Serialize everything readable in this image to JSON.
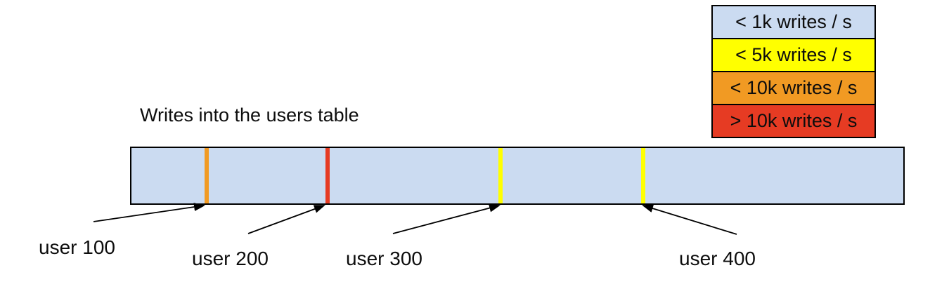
{
  "title": "Writes into the users table",
  "legend": {
    "items": [
      {
        "label": "< 1k writes / s",
        "color": "#cbdbf1"
      },
      {
        "label": "< 5k writes / s",
        "color": "#ffff00"
      },
      {
        "label": "< 10k writes / s",
        "color": "#f19a23"
      },
      {
        "label": "> 10k writes / s",
        "color": "#e63b23"
      }
    ]
  },
  "table_bar": {
    "fill_color": "#cbdbf1",
    "border_color": "#000000",
    "markers": [
      {
        "label": "user 100",
        "color": "#f19a23"
      },
      {
        "label": "user 200",
        "color": "#e63b23"
      },
      {
        "label": "user 300",
        "color": "#ffff00"
      },
      {
        "label": "user 400",
        "color": "#ffff00"
      }
    ]
  }
}
